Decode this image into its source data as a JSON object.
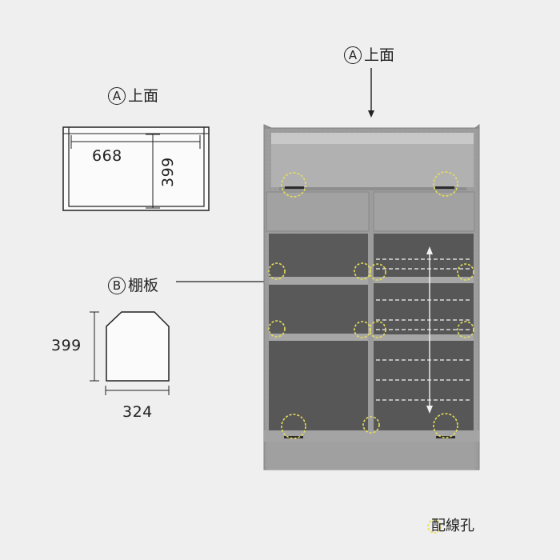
{
  "top_label": {
    "badge": "A",
    "text": "上面"
  },
  "panel_a": {
    "badge": "A",
    "title": "上面",
    "width": "668",
    "depth": "399"
  },
  "panel_b": {
    "badge": "B",
    "title": "棚板",
    "height": "399",
    "width": "324"
  },
  "legend": {
    "text": "配線孔"
  },
  "colors": {
    "background": "#efefef",
    "cabinet_body": "#9b9b9b",
    "cabinet_interior": "#555555",
    "hole_marker": "#e6dd5a",
    "line": "#222222"
  }
}
